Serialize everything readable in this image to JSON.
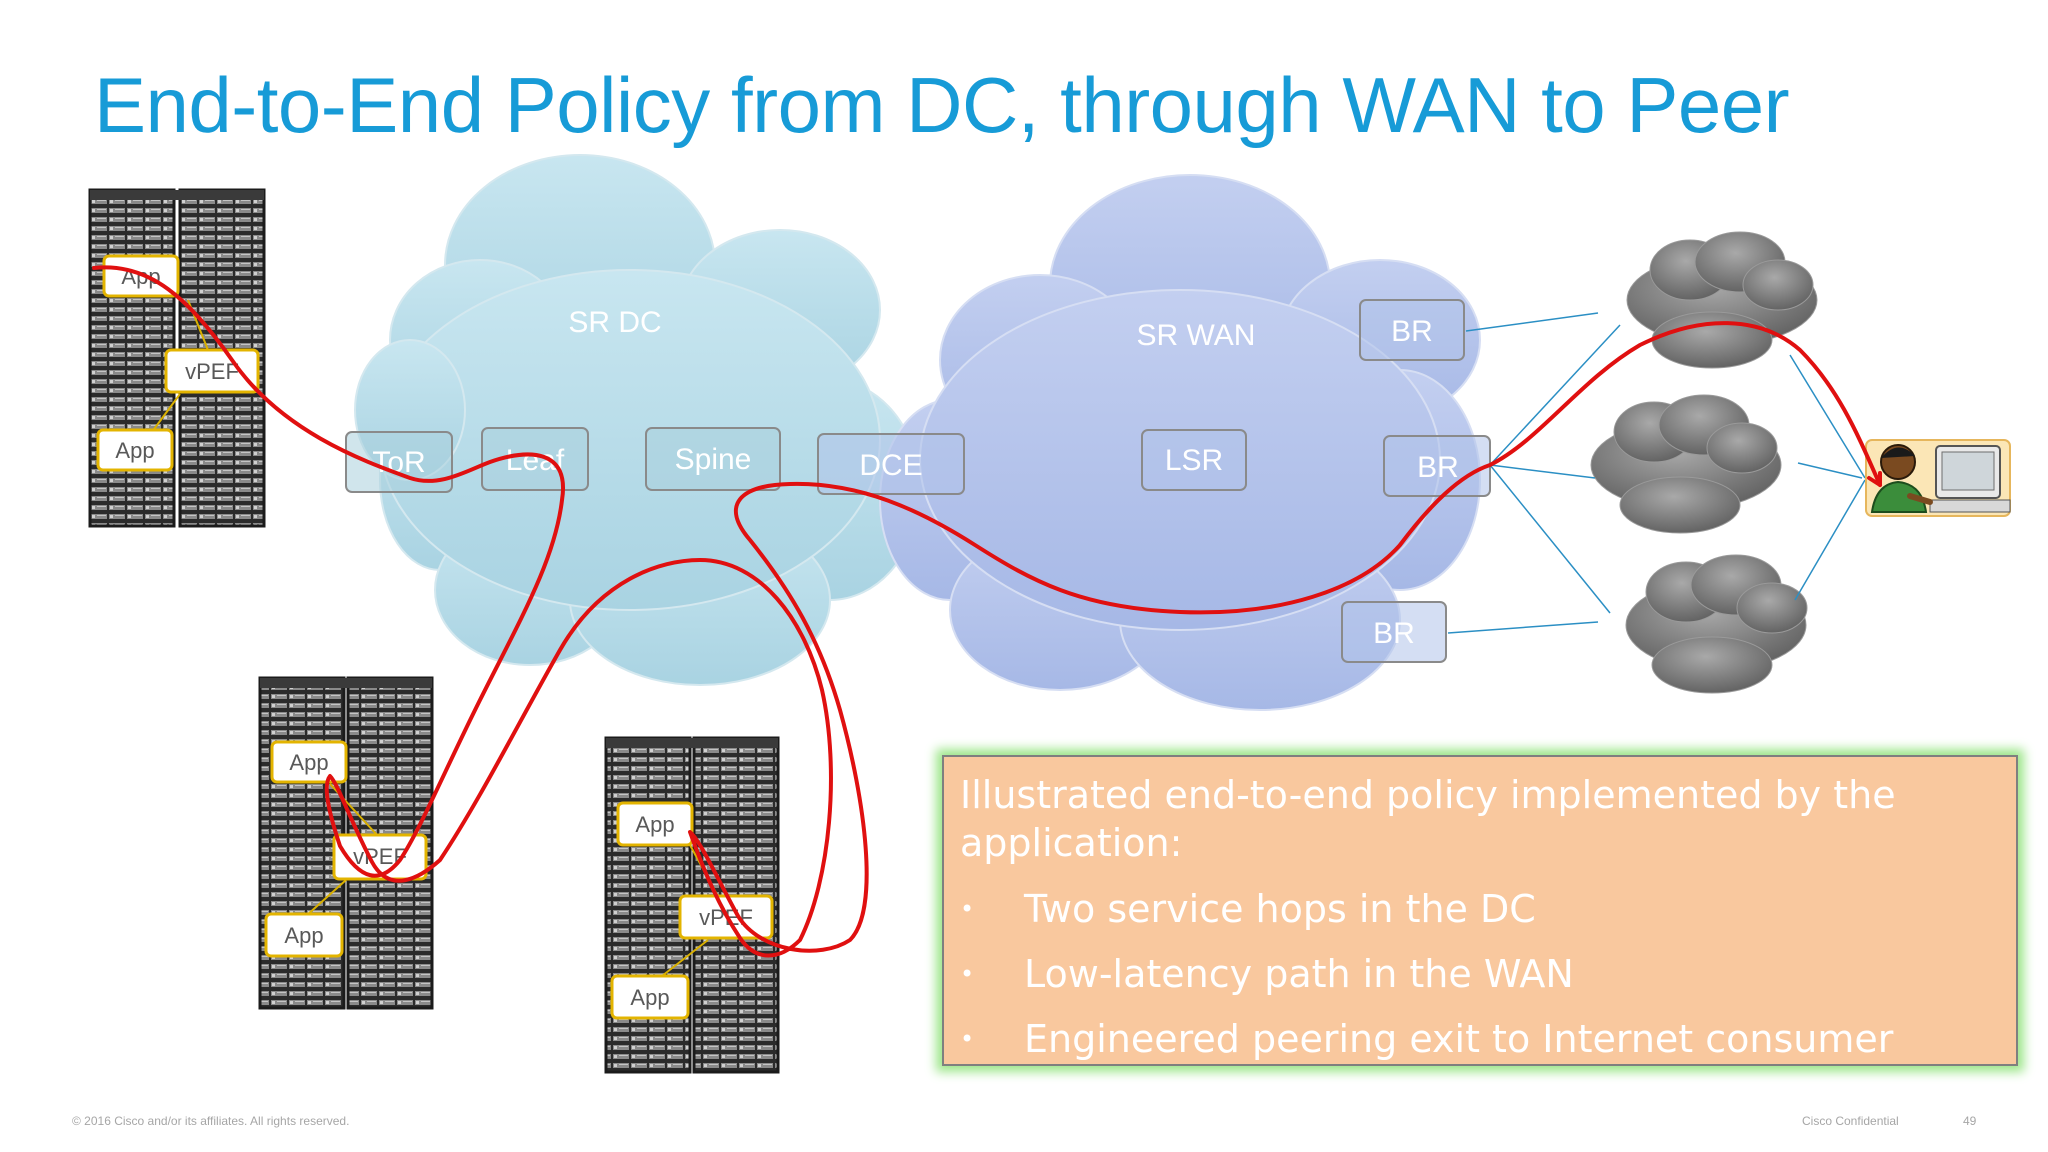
{
  "title": "End-to-End Policy from DC, through WAN to Peer",
  "clouds": {
    "dc_label": "SR DC",
    "wan_label": "SR WAN"
  },
  "nodes": {
    "tor": "ToR",
    "leaf": "Leaf",
    "spine": "Spine",
    "dce": "DCE",
    "lsr": "LSR",
    "br_top": "BR",
    "br_mid": "BR",
    "br_bottom": "BR"
  },
  "racks": [
    {
      "app_top": "App",
      "vpef": "vPEF",
      "app_bottom": "App"
    },
    {
      "app_top": "App",
      "vpef": "vPEF",
      "app_bottom": "App"
    },
    {
      "app_top": "App",
      "vpef": "vPEF",
      "app_bottom": "App"
    }
  ],
  "callout": {
    "heading": "Illustrated end-to-end policy implemented by the application:",
    "bullet_glyph": "•",
    "items": [
      "Two service hops in the DC",
      "Low-latency path in the WAN",
      "Engineered peering exit to Internet consumer"
    ]
  },
  "footer": {
    "copyright": "© 2016 Cisco and/or its affiliates. All rights reserved.",
    "confidential": "Cisco Confidential",
    "page": "49"
  },
  "colors": {
    "title": "#179bd7",
    "dc_cloud": "#b5dce9",
    "wan_cloud": "#b3c3ea",
    "peer_cloud": "#7c7c7c",
    "path": "#e01010",
    "link": "#2b8fc4",
    "callout_bg": "#f9c89e",
    "callout_glow": "#9ee68b"
  },
  "icons": {
    "peer": "user-at-computer-icon",
    "rack": "server-rack-icon"
  }
}
